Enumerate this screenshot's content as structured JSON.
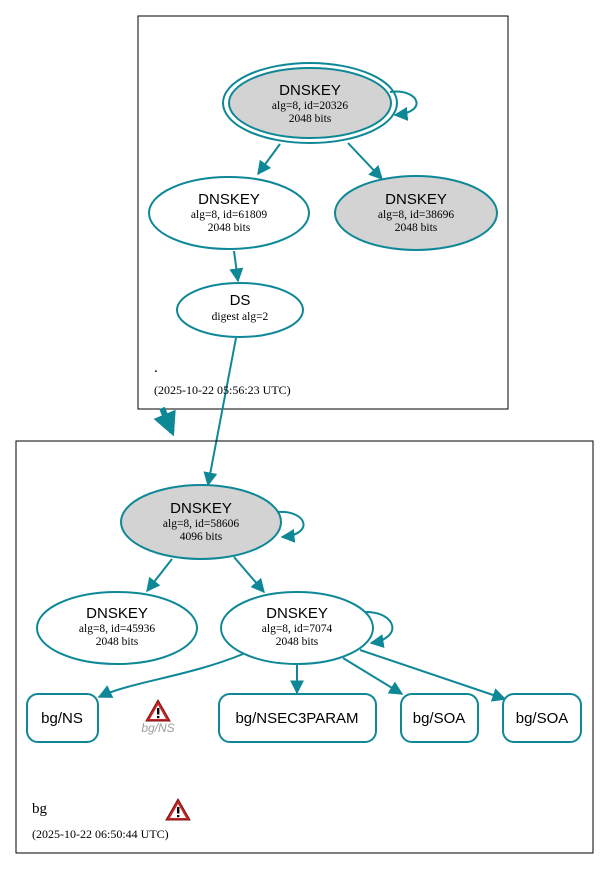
{
  "colors": {
    "edge": "#0e8896",
    "ksk_fill": "#d3d3d3",
    "plain_fill": "#ffffff",
    "zone_border": "#000000",
    "warning_red": "#c62828",
    "warning_text": "#9e9e9e"
  },
  "root_zone": {
    "label": ".",
    "timestamp": "(2025-10-22 05:56:23 UTC)",
    "nodes": {
      "ksk": {
        "title": "DNSKEY",
        "line1": "alg=8, id=20326",
        "line2": "2048 bits"
      },
      "zsk": {
        "title": "DNSKEY",
        "line1": "alg=8, id=61809",
        "line2": "2048 bits"
      },
      "standby": {
        "title": "DNSKEY",
        "line1": "alg=8, id=38696",
        "line2": "2048 bits"
      },
      "ds": {
        "title": "DS",
        "line1": "digest alg=2"
      }
    }
  },
  "bg_zone": {
    "label": "bg",
    "timestamp": "(2025-10-22 06:50:44 UTC)",
    "nodes": {
      "ksk": {
        "title": "DNSKEY",
        "line1": "alg=8, id=58606",
        "line2": "4096 bits"
      },
      "key_45936": {
        "title": "DNSKEY",
        "line1": "alg=8, id=45936",
        "line2": "2048 bits"
      },
      "zsk": {
        "title": "DNSKEY",
        "line1": "alg=8, id=7074",
        "line2": "2048 bits"
      }
    },
    "rrsets": [
      {
        "label": "bg/NS"
      },
      {
        "label": "bg/NSEC3PARAM"
      },
      {
        "label": "bg/SOA"
      },
      {
        "label": "bg/SOA"
      }
    ],
    "ns_warning_label": "bg/NS"
  }
}
